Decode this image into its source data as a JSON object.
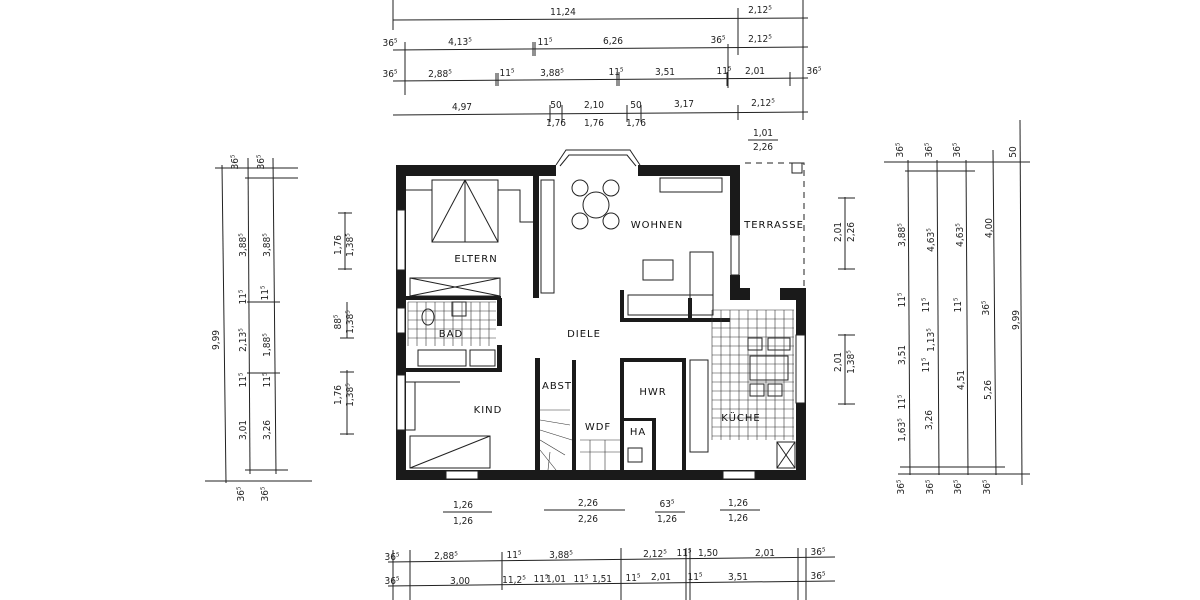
{
  "rooms": {
    "eltern": "ELTERN",
    "wohnen": "WOHNEN",
    "terrasse": "TERRASSE",
    "bad": "BAD",
    "diele": "DIELE",
    "abst": "ABST",
    "hwr": "HWR",
    "kind": "KIND",
    "wdf": "WDF",
    "ha": "HA",
    "kueche": "KÜCHE"
  },
  "dimensions": {
    "top_row1": [
      "11,24",
      "2,12⁵"
    ],
    "top_row2": [
      "36⁵",
      "4,13⁵",
      "11⁵",
      "6,26",
      "36⁵",
      "2,12⁵"
    ],
    "top_row3": [
      "36⁵",
      "2,88⁵",
      "11⁵",
      "3,88⁵",
      "11⁵",
      "3,51",
      "11⁵",
      "2,01",
      "36⁵"
    ],
    "top_row4": [
      "4,97",
      "50",
      "2,10",
      "50",
      "3,17",
      "2,12⁵",
      "1,76",
      "1,76",
      "1,76"
    ],
    "terrace_opening": [
      "1,01",
      "2,26"
    ],
    "left_columns": [
      "9,99",
      "36⁵",
      "36⁵",
      "3,88⁵",
      "3,88⁵",
      "11⁵",
      "11⁵",
      "2,13⁵",
      "1,88⁵",
      "11⁵",
      "11⁵",
      "3,01",
      "3,26",
      "36⁵",
      "36⁵"
    ],
    "left_openings": [
      "1,76",
      "1,38⁵",
      "88⁵",
      "1,38⁵",
      "1,76",
      "1,38⁵"
    ],
    "right_columns": [
      "36⁵",
      "36⁵",
      "36⁵",
      "50",
      "3,88⁵",
      "4,63⁵",
      "4,63⁵",
      "4,00",
      "9,99",
      "11⁵",
      "11⁵",
      "11⁵",
      "36⁵",
      "1,13⁵",
      "3,51",
      "11⁵",
      "4,51",
      "5,26",
      "11⁵",
      "3,26",
      "1,63⁵",
      "36⁵",
      "36⁵",
      "36⁵",
      "36⁵"
    ],
    "right_openings": [
      "2,01",
      "2,26",
      "2,01",
      "1,38⁵"
    ],
    "bottom_openings": [
      "1,26",
      "1,26",
      "2,26",
      "2,26",
      "63⁵",
      "1,26",
      "1,26",
      "1,26"
    ],
    "bottom_row1": [
      "36⁵",
      "2,88⁵",
      "11⁵",
      "3,88⁵",
      "2,12⁵",
      "11⁵",
      "1,50",
      "2,01",
      "36⁵"
    ],
    "bottom_row2": [
      "36⁵",
      "3,00",
      "11,2⁵",
      "11⁵",
      "1,01",
      "11⁵",
      "1,51",
      "11⁵",
      "2,01",
      "11⁵",
      "3,51",
      "36⁵"
    ]
  },
  "colors": {
    "ink": "#1a1a1a",
    "paper": "#ffffff"
  }
}
